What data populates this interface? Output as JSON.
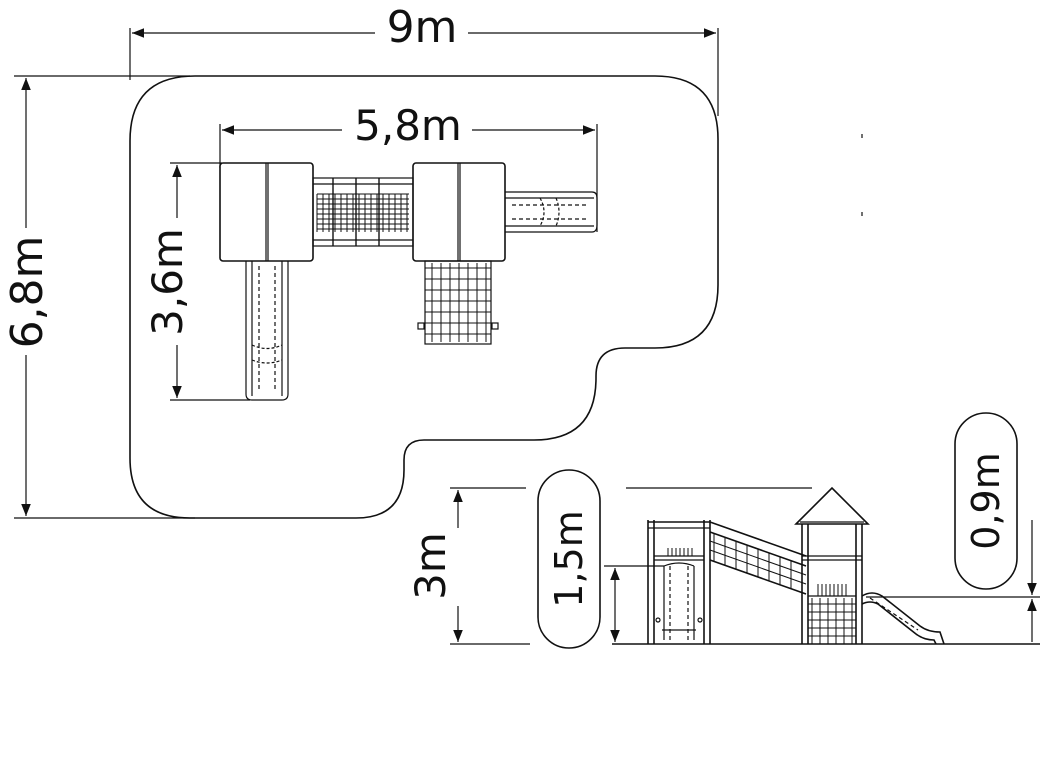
{
  "plan_view": {
    "width_label": "9m",
    "depth_label": "6,8m",
    "structure_width_label": "5,8m",
    "structure_depth_label": "3,6m"
  },
  "elevation_view": {
    "total_height_label": "3m",
    "platform_height_label": "1,5m",
    "low_platform_height_label": "0,9m"
  },
  "colors": {
    "line": "#111111",
    "background": "#ffffff"
  }
}
